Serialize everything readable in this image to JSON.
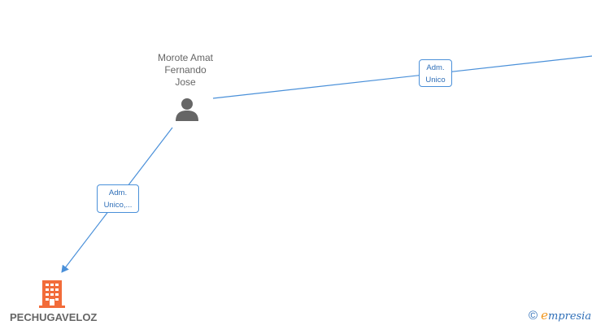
{
  "nodes": {
    "person": {
      "name_lines": [
        "Morote Amat",
        "Fernando",
        "Jose"
      ],
      "icon": "person-icon"
    },
    "company": {
      "name": "PECHUGAVELOZ",
      "icon": "building-icon"
    }
  },
  "edges": [
    {
      "from": "person",
      "to": "offscreen-right",
      "label_lines": [
        "Adm.",
        "Unico"
      ]
    },
    {
      "from": "person",
      "to": "company",
      "label_lines": [
        "Adm.",
        "Unico,..."
      ]
    }
  ],
  "brand": {
    "copyright_symbol": "©",
    "first_letter": "e",
    "rest": "mpresia"
  },
  "colors": {
    "edge": "#4a90d9",
    "edge_label_text": "#2f6fb8",
    "person_icon": "#666666",
    "company_icon": "#f26c3a",
    "brand_accent": "#f0961e"
  }
}
